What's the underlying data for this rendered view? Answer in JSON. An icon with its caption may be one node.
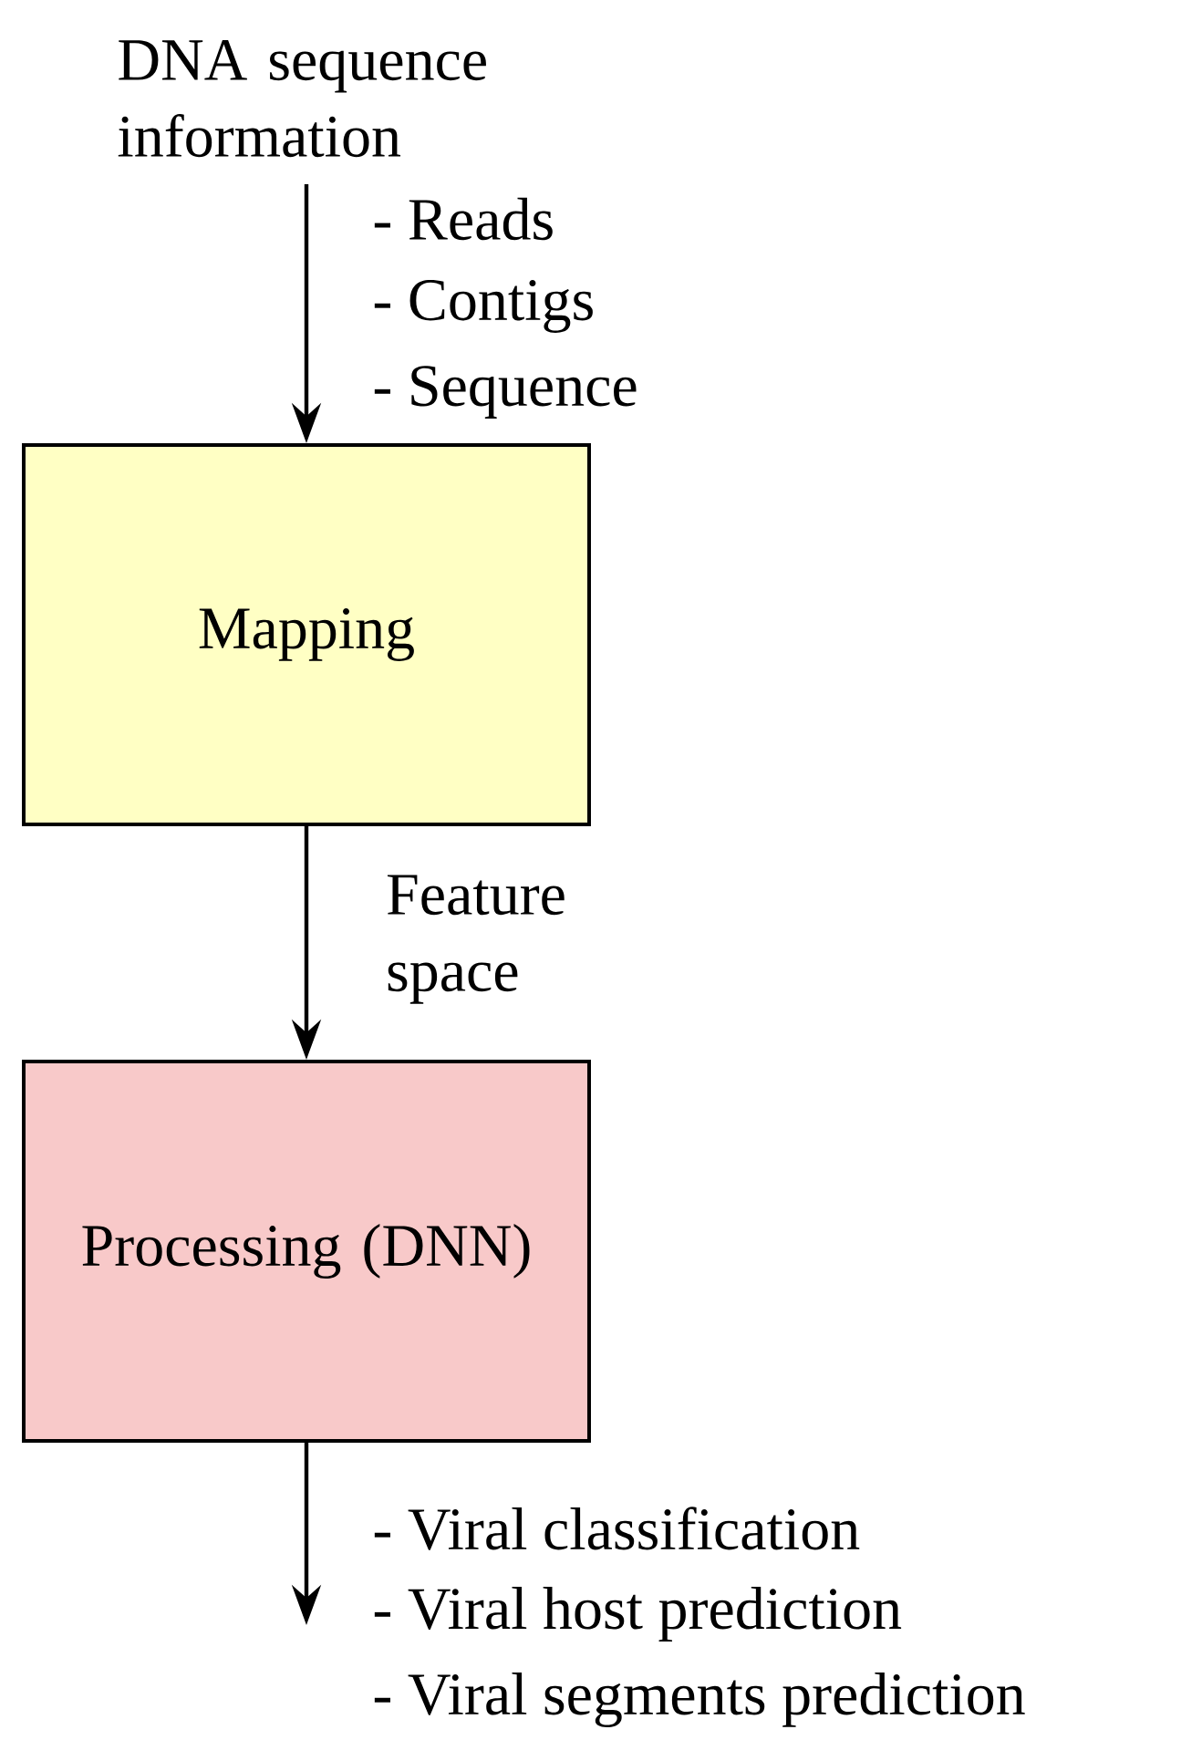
{
  "diagram": {
    "nodes": [
      {
        "text": [
          "DNA sequence information"
        ]
      },
      {
        "text": [
          "Mapping"
        ]
      },
      {
        "text": [
          "Processing (DNN)"
        ]
      }
    ],
    "edges": [
      {
        "from": 0,
        "to": 1,
        "arrow": "to"
      },
      {
        "from": 1,
        "to": 2,
        "arrow": "to",
        "label": "Feature space"
      },
      {
        "from": 2,
        "to": null,
        "arrow": "to"
      }
    ],
    "labels": [
      "- Reads",
      "- Contigs",
      "- Sequence",
      "- Viral classification",
      "- Viral host prediction",
      "- Viral segments prediction"
    ]
  }
}
